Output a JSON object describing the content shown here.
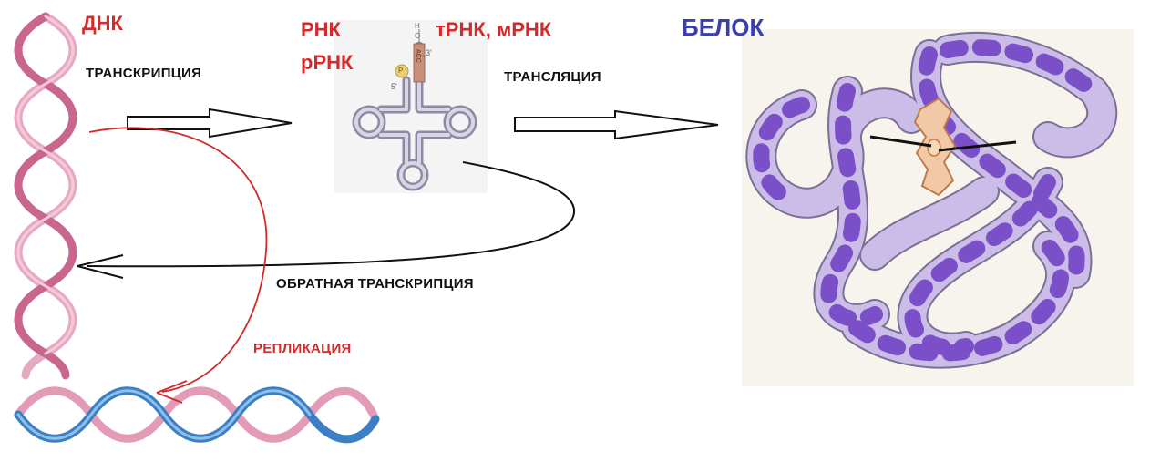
{
  "labels": {
    "dna": "ДНК",
    "rna": "РНК",
    "rrna": "рРНК",
    "trna_mrna": "тРНК, мРНК",
    "protein": "БЕЛОК",
    "transcription": "ТРАНСКРИПЦИЯ",
    "translation": "ТРАНСЛЯЦИЯ",
    "reverse_transcription": "ОБРАТНАЯ ТРАНСКРИПЦИЯ",
    "replication": "РЕПЛИКАЦИЯ"
  },
  "trna_marks": {
    "h": "H",
    "o": "O",
    "three_prime": "3'",
    "five_prime": "5'",
    "phosphate": "P",
    "bases": "ACC"
  },
  "colors": {
    "label_red": "#d12b2b",
    "label_blue": "#3a3fb0",
    "dna_pink": "#d98aaa",
    "dna_blue": "#3d7fc4",
    "protein_ribbon": "#c7b9e6",
    "protein_highlight": "#7a4fc7",
    "ligand": "#f2c9a6"
  },
  "icons": [
    "dna-helix-vertical-icon",
    "dna-helix-horizontal-icon",
    "trna-cloverleaf-icon",
    "protein-ribbon-icon"
  ]
}
